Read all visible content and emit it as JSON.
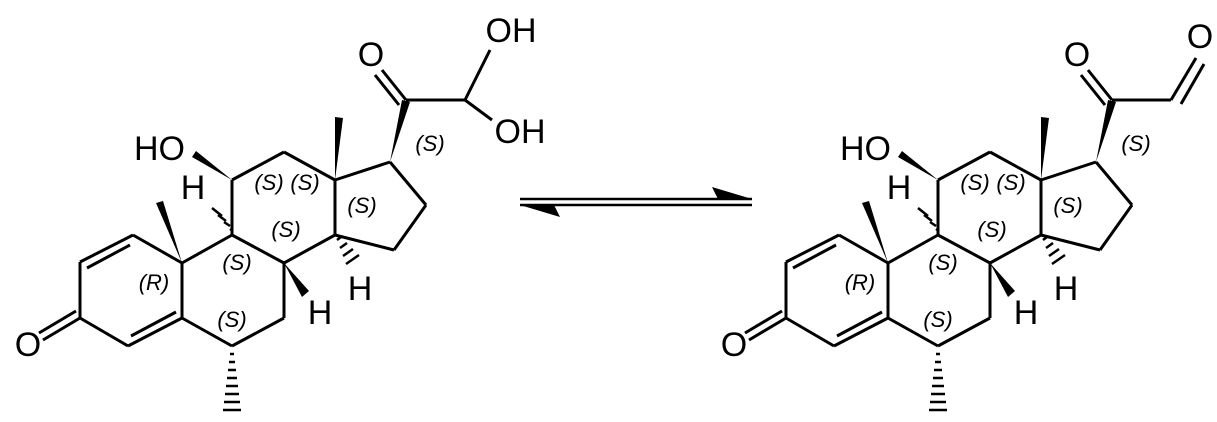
{
  "molecules": [
    {
      "atom_labels": {
        "ketone_o": "O",
        "hydroxyl": "HO",
        "h11": "H",
        "h8": "H",
        "h14": "H",
        "c20_o": "O",
        "oh_a": "OH",
        "oh_b": "OH"
      },
      "stereo_labels": {
        "c10": "(R)",
        "c9": "(S)",
        "c6": "(S)",
        "c11": "(S)",
        "c13": "(S)",
        "c8": "(S)",
        "c14": "(S)",
        "c17": "(S)"
      }
    },
    {
      "atom_labels": {
        "ketone_o": "O",
        "hydroxyl": "HO",
        "h11": "H",
        "h8": "H",
        "h14": "H",
        "c20_o": "O",
        "ald_o": "O"
      },
      "stereo_labels": {
        "c10": "(R)",
        "c9": "(S)",
        "c6": "(S)",
        "c11": "(S)",
        "c13": "(S)",
        "c8": "(S)",
        "c14": "(S)",
        "c17": "(S)"
      }
    }
  ],
  "equilibrium_arrow": "reversible"
}
